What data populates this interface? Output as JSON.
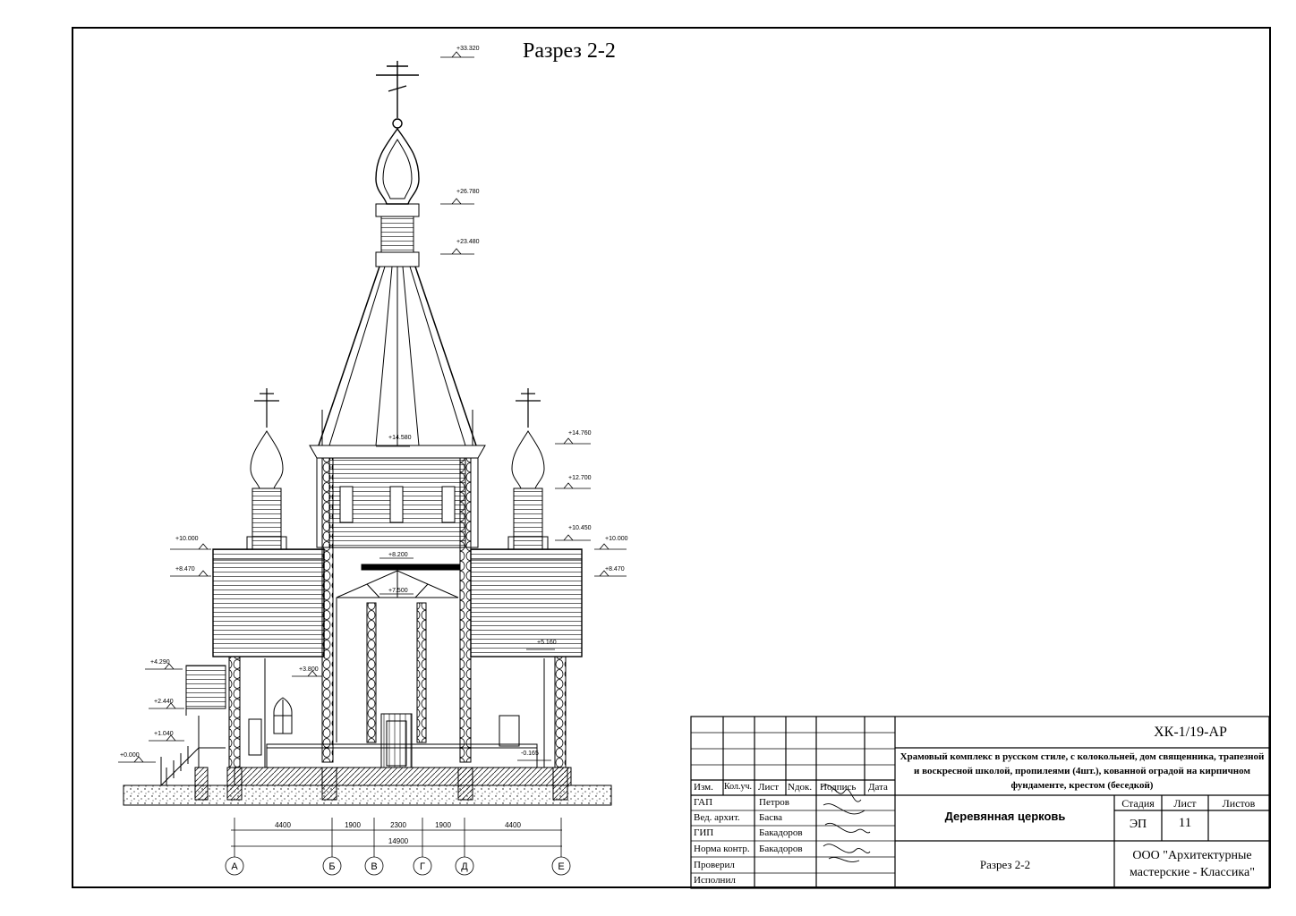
{
  "title": "Разрез 2-2",
  "elevations": {
    "e1": "+33.320",
    "e2": "+26.780",
    "e3": "+23.480",
    "e4": "+14.580",
    "e5": "+14.760",
    "e6": "+12.700",
    "e7": "+10.450",
    "e8": "+10.000",
    "e9": "+10.000",
    "e10": "+8.470",
    "e11": "+8.470",
    "e12": "+8.200",
    "e13": "+7.500",
    "e14": "+5.160",
    "e15": "+4.290",
    "e16": "+3.800",
    "e17": "+2.440",
    "e18": "+1.040",
    "e19": "+0.000",
    "e20": "-0.165"
  },
  "dimensions": {
    "d1": "4400",
    "d2": "1900",
    "d3": "2300",
    "d4": "1900",
    "d5": "4400",
    "total": "14900"
  },
  "axes": [
    "А",
    "Б",
    "В",
    "Г",
    "Д",
    "Е"
  ],
  "title_block": {
    "code": "ХК-1/19-АР",
    "project": "Храмовый комплекс в русском стиле, с колокольней, дом священника, трапезной и воскресной школой, пропилеями (4шт.), кованной оградой на кирпичном фундаменте, крестом (беседкой)",
    "object": "Деревянная церковь",
    "sheet_name": "Разрез 2-2",
    "company": "ООО \"Архитектурные мастерские - Классика\"",
    "headers": {
      "izm": "Изм.",
      "kol": "Кол.уч.",
      "list": "Лист",
      "ndok": "Nдок.",
      "podpis": "Подпись",
      "data": "Дата"
    },
    "stage_label": "Стадия",
    "sheet_label": "Лист",
    "sheets_label": "Листов",
    "stage": "ЭП",
    "sheet": "11",
    "roles": [
      {
        "role": "ГАП",
        "name": "Петров"
      },
      {
        "role": "Вед. архит.",
        "name": "Басва"
      },
      {
        "role": "ГИП",
        "name": "Бакадоров"
      },
      {
        "role": "Норма контр.",
        "name": "Бакадоров"
      },
      {
        "role": "Проверил",
        "name": ""
      },
      {
        "role": "Исполнил",
        "name": ""
      }
    ]
  }
}
